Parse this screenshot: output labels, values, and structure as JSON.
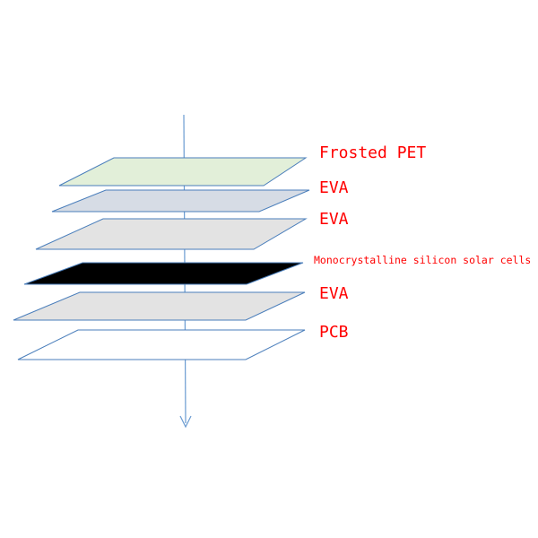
{
  "diagram": {
    "layers": [
      {
        "label": "Frosted PET",
        "fill": "#e2efd9"
      },
      {
        "label": "EVA",
        "fill": "#d6dce5"
      },
      {
        "label": "EVA",
        "fill": "#e3e3e3"
      },
      {
        "label": "Monocrystalline silicon solar cells",
        "fill": "#000000"
      },
      {
        "label": "EVA",
        "fill": "#e3e3e3"
      },
      {
        "label": "PCB",
        "fill": "#ffffff"
      }
    ],
    "colors": {
      "outline": "#4a7ebb",
      "label": "#ff0000",
      "arrow": "#6a9bd1"
    }
  }
}
